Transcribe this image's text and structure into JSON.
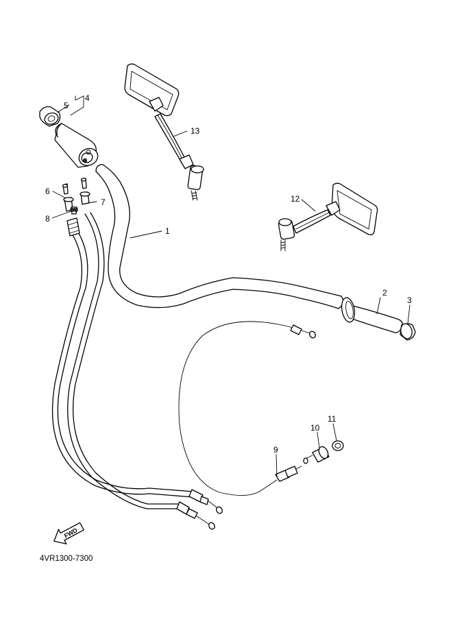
{
  "diagram": {
    "part_numbers": [
      "1",
      "2",
      "3",
      "4",
      "5",
      "6",
      "7",
      "8",
      "9",
      "10",
      "11",
      "12",
      "13"
    ],
    "diagram_code": "4VR1300-7300",
    "direction_marker": "FWD"
  }
}
